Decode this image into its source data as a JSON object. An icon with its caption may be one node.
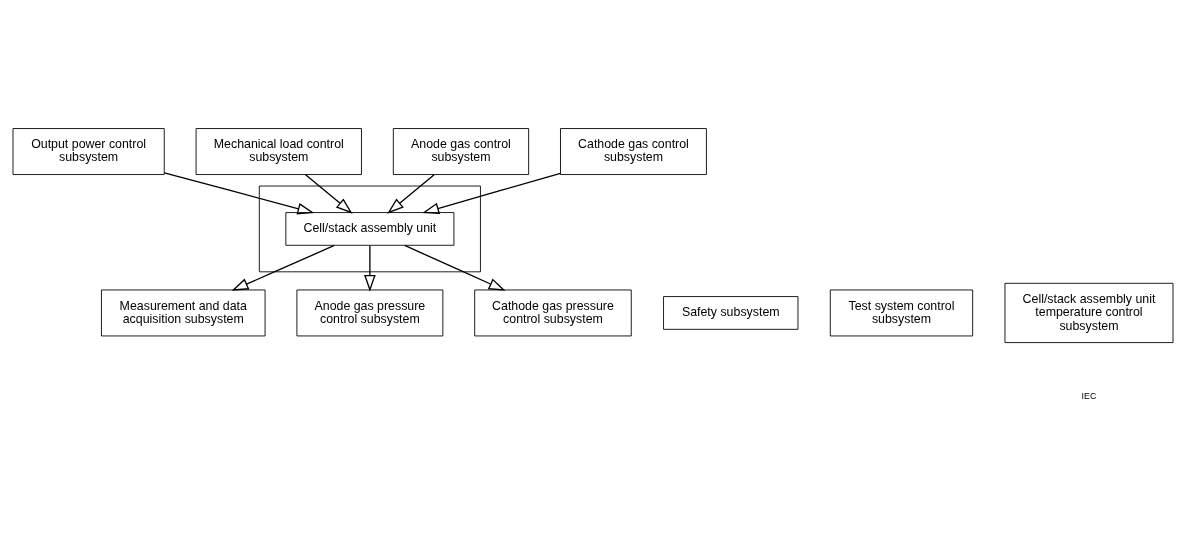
{
  "diagram": {
    "nodes": [
      {
        "text": [
          "Measurement and data acquisition subsystem"
        ]
      },
      {
        "text": [
          "Output power control subsystem"
        ]
      },
      {
        "text": [
          "Mechanical load control subsystem"
        ]
      },
      {
        "text": [],
        "shape": "box"
      },
      {
        "text": [
          "Anode gas control subsystem"
        ]
      },
      {
        "text": [
          "Cell/stack assembly unit"
        ],
        "in": 3
      },
      {
        "text": [
          "Anode gas pressure control subsystem"
        ]
      },
      {
        "text": [
          "Cathode gas control subsystem"
        ]
      },
      {
        "text": [
          "Cathode gas pressure control subsystem"
        ]
      },
      {
        "text": [
          "Safety subsystem"
        ]
      },
      {
        "text": [
          "Test system control subsystem"
        ]
      },
      {
        "text": [
          "Cell/stack assembly unit temperature control subsystem"
        ]
      }
    ],
    "edges": [
      {
        "from": 5,
        "to": 0,
        "arrow": "to"
      },
      {
        "from": 1,
        "to": 5,
        "arrow": "to"
      },
      {
        "from": 2,
        "to": 5,
        "arrow": "to"
      },
      {
        "from": 4,
        "to": 5,
        "arrow": "to"
      },
      {
        "from": 7,
        "to": 5,
        "arrow": "to"
      },
      {
        "from": 5,
        "to": 6,
        "arrow": "to"
      },
      {
        "from": 5,
        "to": 8,
        "arrow": "to"
      }
    ],
    "labels": [
      "IEC"
    ]
  }
}
